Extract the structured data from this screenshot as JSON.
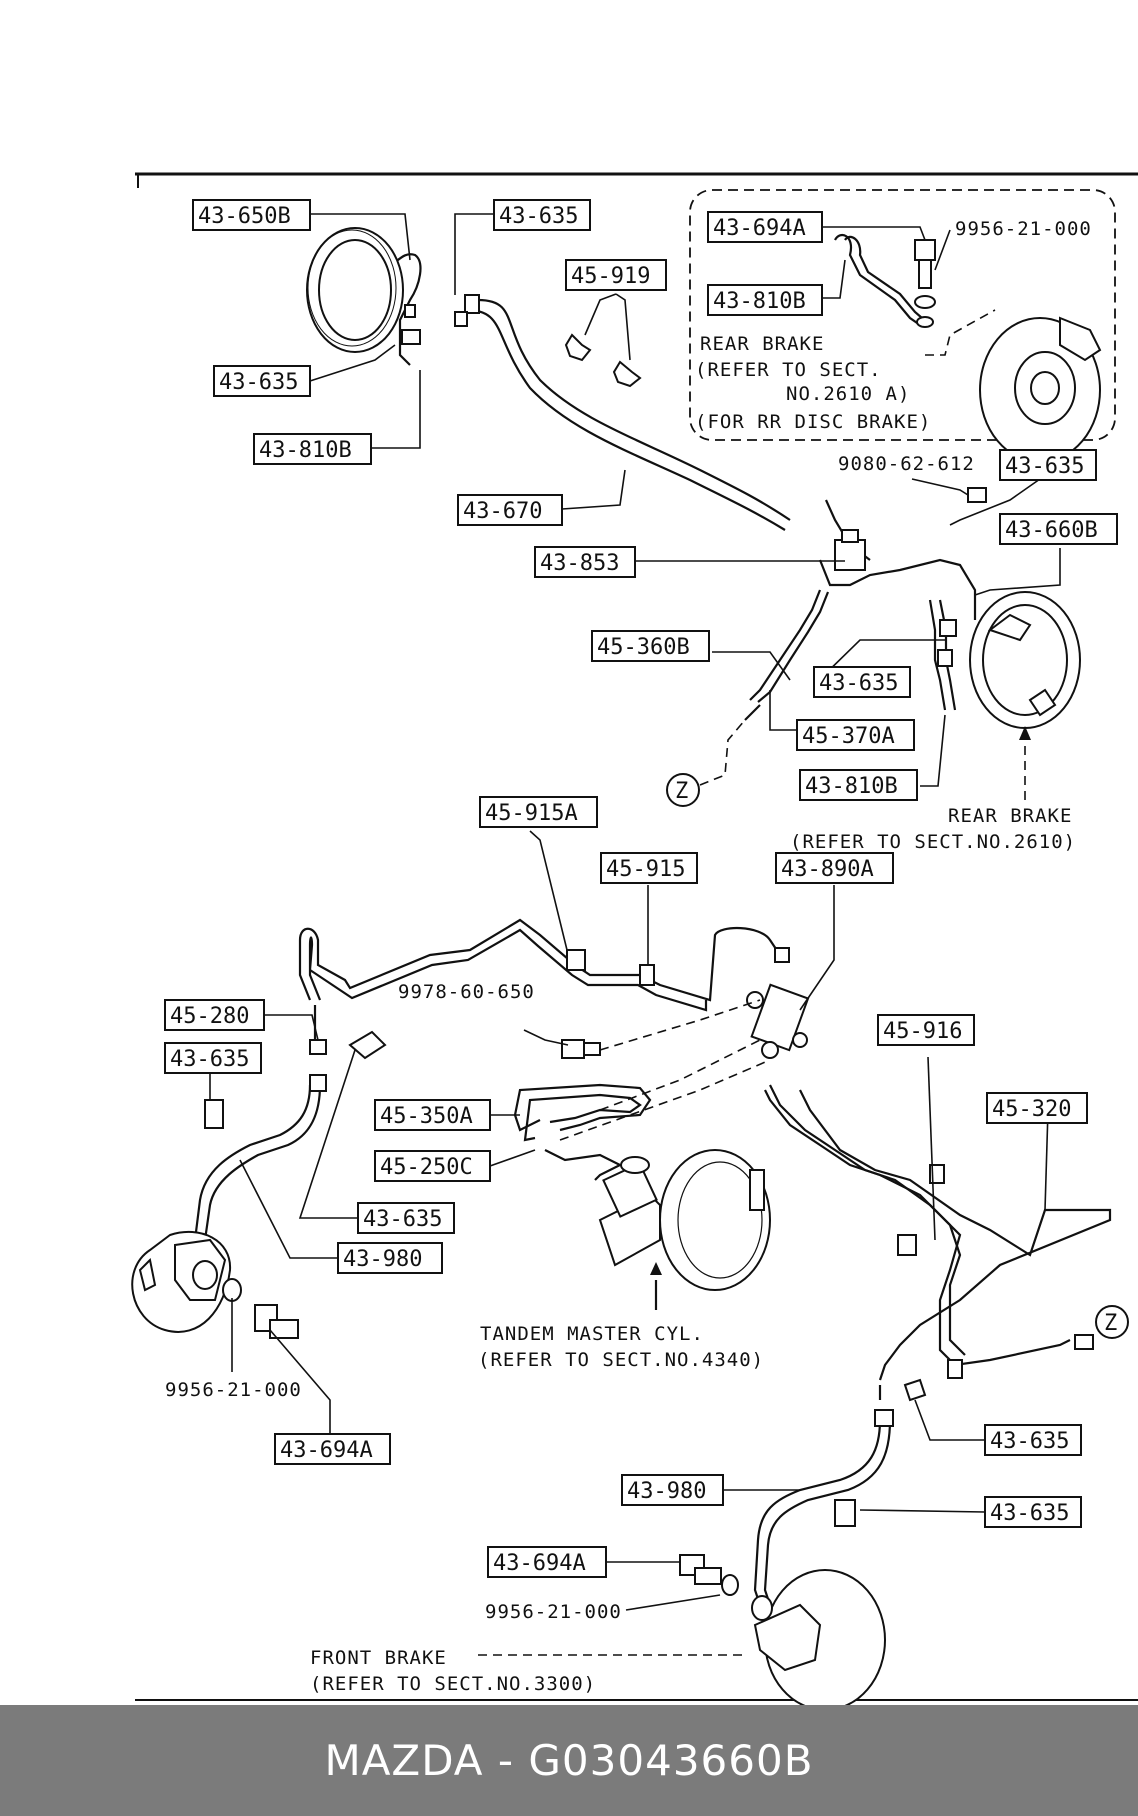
{
  "labels": {
    "l_43_650B": "43-650B",
    "l_43_635_a": "43-635",
    "l_45_919": "45-919",
    "l_43_694A_a": "43-694A",
    "l_9956_a": "9956-21-000",
    "l_43_810B_a": "43-810B",
    "l_43_635_b": "43-635",
    "l_43_810B_b": "43-810B",
    "l_9080": "9080-62-612",
    "l_43_635_c": "43-635",
    "l_43_670": "43-670",
    "l_43_853": "43-853",
    "l_43_660B": "43-660B",
    "l_45_360B": "45-360B",
    "l_43_635_d": "43-635",
    "l_45_370A": "45-370A",
    "l_43_810B_c": "43-810B",
    "l_45_915A": "45-915A",
    "l_45_915": "45-915",
    "l_43_890A": "43-890A",
    "l_9978": "9978-60-650",
    "l_45_280": "45-280",
    "l_43_635_e": "43-635",
    "l_45_916": "45-916",
    "l_45_350A": "45-350A",
    "l_45_320": "45-320",
    "l_45_250C": "45-250C",
    "l_43_635_f": "43-635",
    "l_43_980_a": "43-980",
    "l_9956_b": "9956-21-000",
    "l_43_694A_b": "43-694A",
    "l_43_635_g": "43-635",
    "l_43_980_b": "43-980",
    "l_43_635_h": "43-635",
    "l_43_694A_c": "43-694A",
    "l_9956_c": "9956-21-000"
  },
  "notes": {
    "rear_disc_1": "REAR BRAKE",
    "rear_disc_2": "(REFER TO SECT.",
    "rear_disc_3": "NO.2610 A)",
    "rear_disc_4": "(FOR RR DISC BRAKE)",
    "rear_brake_1": "REAR BRAKE",
    "rear_brake_2": "(REFER TO SECT.NO.2610)",
    "master_1": "TANDEM MASTER CYL.",
    "master_2": "(REFER TO SECT.NO.4340)",
    "front_1": "FRONT BRAKE",
    "front_2": "(REFER TO SECT.NO.3300)",
    "z_marker": "Z"
  },
  "footer": {
    "text": "MAZDA - G03043660B",
    "background": "#7b7b7b",
    "color": "#ffffff"
  }
}
